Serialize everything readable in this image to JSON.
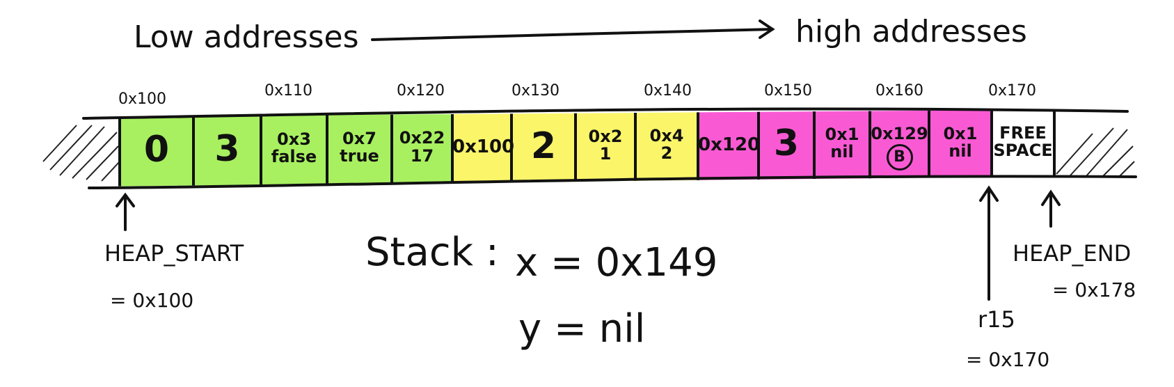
{
  "header": {
    "low_label": "Low addresses",
    "high_label": "high addresses"
  },
  "addresses": [
    "0x100",
    "0x110",
    "0x120",
    "0x130",
    "0x140",
    "0x150",
    "0x160",
    "0x170"
  ],
  "cells": [
    {
      "lines": [
        "0"
      ],
      "color": "#a8f060"
    },
    {
      "lines": [
        "3"
      ],
      "color": "#a8f060"
    },
    {
      "lines": [
        "0x3",
        "false"
      ],
      "color": "#a8f060"
    },
    {
      "lines": [
        "0x7",
        "true"
      ],
      "color": "#a8f060"
    },
    {
      "lines": [
        "0x22",
        "17"
      ],
      "color": "#a8f060"
    },
    {
      "lines": [
        "0x100"
      ],
      "color": "#fbf56a"
    },
    {
      "lines": [
        "2"
      ],
      "color": "#fbf56a"
    },
    {
      "lines": [
        "0x2",
        "1"
      ],
      "color": "#fbf56a"
    },
    {
      "lines": [
        "0x4",
        "2"
      ],
      "color": "#fbf56a"
    },
    {
      "lines": [
        "0x120"
      ],
      "color": "#f95ad4"
    },
    {
      "lines": [
        "3"
      ],
      "color": "#f95ad4"
    },
    {
      "lines": [
        "0x1",
        "nil"
      ],
      "color": "#f95ad4"
    },
    {
      "lines": [
        "0x129",
        "B"
      ],
      "color": "#f95ad4",
      "circled": true
    },
    {
      "lines": [
        "0x1",
        "nil"
      ],
      "color": "#f95ad4"
    },
    {
      "lines": [
        "FREE",
        "SPACE"
      ],
      "color": "#ffffff"
    }
  ],
  "heap_start": {
    "name": "HEAP_START",
    "value": "= 0x100"
  },
  "heap_end": {
    "name": "HEAP_END",
    "value": "= 0x178"
  },
  "r15": {
    "name": "r15",
    "value": "= 0x170"
  },
  "stack": {
    "title": "Stack :",
    "x": "x = 0x149",
    "y": "y = nil"
  }
}
